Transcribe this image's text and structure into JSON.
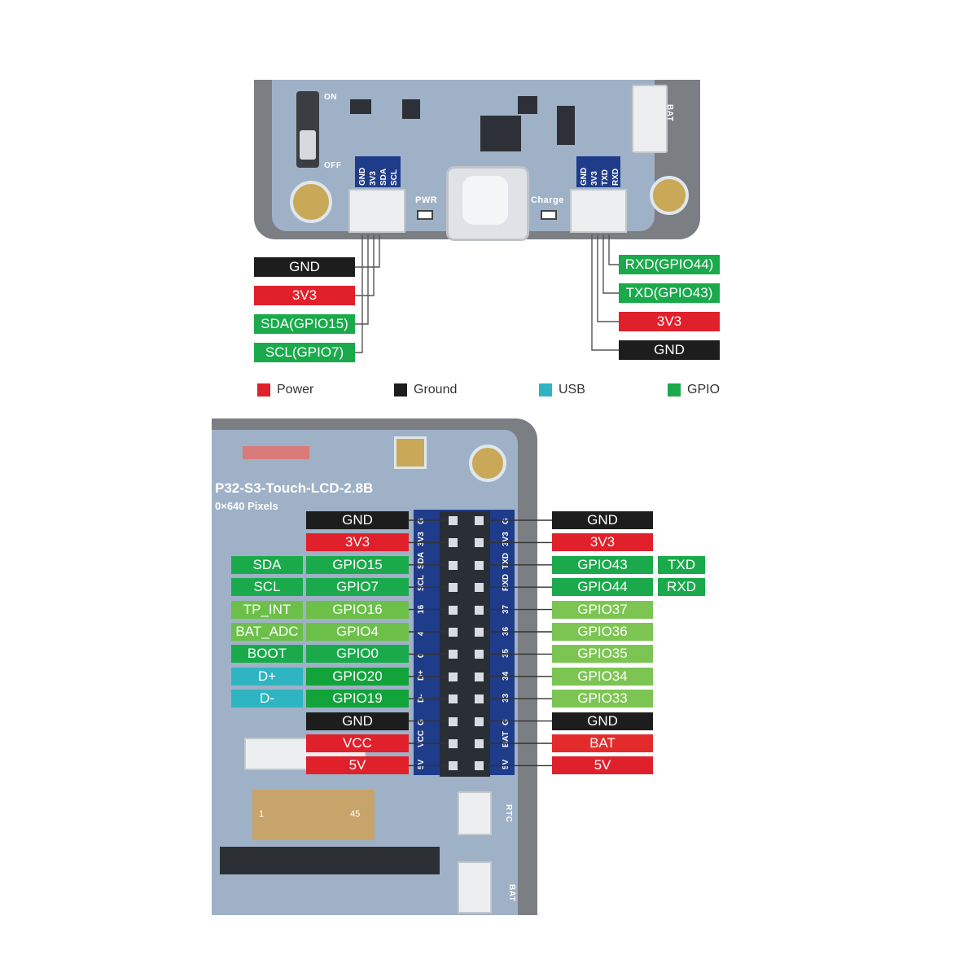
{
  "top_board": {
    "switch_labels": {
      "on": "ON",
      "off": "OFF"
    },
    "left_connector_silk": [
      "GND",
      "3V3",
      "SDA",
      "SCL"
    ],
    "right_connector_silk": [
      "GND",
      "3V3",
      "TXD",
      "RXD"
    ],
    "pwr_label": "PWR",
    "charge_label": "Charge",
    "bat_label": "BAT",
    "left_pins": [
      {
        "label": "GND",
        "type": "ground"
      },
      {
        "label": "3V3",
        "type": "power"
      },
      {
        "label": "SDA(GPIO15)",
        "type": "gpio"
      },
      {
        "label": "SCL(GPIO7)",
        "type": "gpio"
      }
    ],
    "right_pins": [
      {
        "label": "RXD(GPIO44)",
        "type": "gpio"
      },
      {
        "label": "TXD(GPIO43)",
        "type": "gpio"
      },
      {
        "label": "3V3",
        "type": "power"
      },
      {
        "label": "GND",
        "type": "ground"
      }
    ]
  },
  "legend": [
    {
      "label": "Power",
      "color": "#e0202b"
    },
    {
      "label": "Ground",
      "color": "#1d1d1d"
    },
    {
      "label": "USB",
      "color": "#2eb5c1"
    },
    {
      "label": "GPIO",
      "color": "#1aaa4b"
    }
  ],
  "bottom_board": {
    "title": "P32-S3-Touch-LCD-2.8B",
    "subtitle": "0×640 Pixels",
    "fpc_numbers": [
      "1",
      "45"
    ],
    "rtc_label": "RTC",
    "bat_label": "BAT",
    "left_silk": [
      "G",
      "3V3",
      "SDA",
      "SCL",
      "16",
      "4",
      "0",
      "D+",
      "D-",
      "G",
      "VCC",
      "5V"
    ],
    "right_silk": [
      "G",
      "3V3",
      "TXD",
      "RXD",
      "37",
      "36",
      "35",
      "34",
      "33",
      "G",
      "BAT",
      "5V"
    ],
    "left_rows": [
      {
        "func": "",
        "func_color": "",
        "pin": "GND",
        "pin_color": "#1d1d1d"
      },
      {
        "func": "",
        "func_color": "",
        "pin": "3V3",
        "pin_color": "#e0202b"
      },
      {
        "func": "SDA",
        "func_color": "#1aaa4b",
        "pin": "GPIO15",
        "pin_color": "#1aaa4b"
      },
      {
        "func": "SCL",
        "func_color": "#1aaa4b",
        "pin": "GPIO7",
        "pin_color": "#1aaa4b"
      },
      {
        "func": "TP_INT",
        "func_color": "#6cc04a",
        "pin": "GPIO16",
        "pin_color": "#6cc04a"
      },
      {
        "func": "BAT_ADC",
        "func_color": "#6cc04a",
        "pin": "GPIO4",
        "pin_color": "#6cc04a"
      },
      {
        "func": "BOOT",
        "func_color": "#1aaa4b",
        "pin": "GPIO0",
        "pin_color": "#1aaa4b"
      },
      {
        "func": "D+",
        "func_color": "#2eb5c1",
        "pin": "GPIO20",
        "pin_color": "#13a33b"
      },
      {
        "func": "D-",
        "func_color": "#2eb5c1",
        "pin": "GPIO19",
        "pin_color": "#13a33b"
      },
      {
        "func": "",
        "func_color": "",
        "pin": "GND",
        "pin_color": "#1d1d1d"
      },
      {
        "func": "",
        "func_color": "",
        "pin": "VCC",
        "pin_color": "#e0202b"
      },
      {
        "func": "",
        "func_color": "",
        "pin": "5V",
        "pin_color": "#e0202b"
      }
    ],
    "right_rows": [
      {
        "pin": "GND",
        "pin_color": "#1d1d1d",
        "func": "",
        "func_color": ""
      },
      {
        "pin": "3V3",
        "pin_color": "#e0202b",
        "func": "",
        "func_color": ""
      },
      {
        "pin": "GPIO43",
        "pin_color": "#1aaa4b",
        "func": "TXD",
        "func_color": "#1aaa4b"
      },
      {
        "pin": "GPIO44",
        "pin_color": "#1aaa4b",
        "func": "RXD",
        "func_color": "#1aaa4b"
      },
      {
        "pin": "GPIO37",
        "pin_color": "#7cc552",
        "func": "",
        "func_color": ""
      },
      {
        "pin": "GPIO36",
        "pin_color": "#7cc552",
        "func": "",
        "func_color": ""
      },
      {
        "pin": "GPIO35",
        "pin_color": "#7cc552",
        "func": "",
        "func_color": ""
      },
      {
        "pin": "GPIO34",
        "pin_color": "#7cc552",
        "func": "",
        "func_color": ""
      },
      {
        "pin": "GPIO33",
        "pin_color": "#7cc552",
        "func": "",
        "func_color": ""
      },
      {
        "pin": "GND",
        "pin_color": "#1d1d1d",
        "func": "",
        "func_color": ""
      },
      {
        "pin": "BAT",
        "pin_color": "#e32b2b",
        "func": "",
        "func_color": ""
      },
      {
        "pin": "5V",
        "pin_color": "#e0202b",
        "func": "",
        "func_color": ""
      }
    ]
  },
  "colors": {
    "power": "#e0202b",
    "ground": "#1d1d1d",
    "gpio": "#1aaa4b",
    "usb": "#2eb5c1",
    "line": "#555555"
  }
}
